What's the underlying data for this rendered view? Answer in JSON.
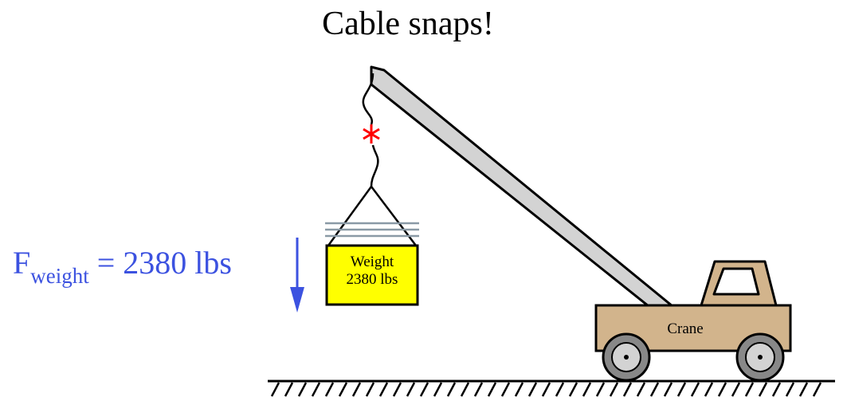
{
  "title": "Cable snaps!",
  "force": {
    "symbol": "F",
    "subscript": "weight",
    "value_text": " = 2380 lbs",
    "color": "#3c52e0"
  },
  "weight_box": {
    "line1": "Weight",
    "line2": "2380 lbs",
    "fill": "#ffff00"
  },
  "crane": {
    "label": "Crane",
    "body_color": "#d2b48c",
    "boom_color": "#d3d3d3"
  },
  "snap_marker_color": "#ff0000",
  "arrow_color": "#3c52e0"
}
